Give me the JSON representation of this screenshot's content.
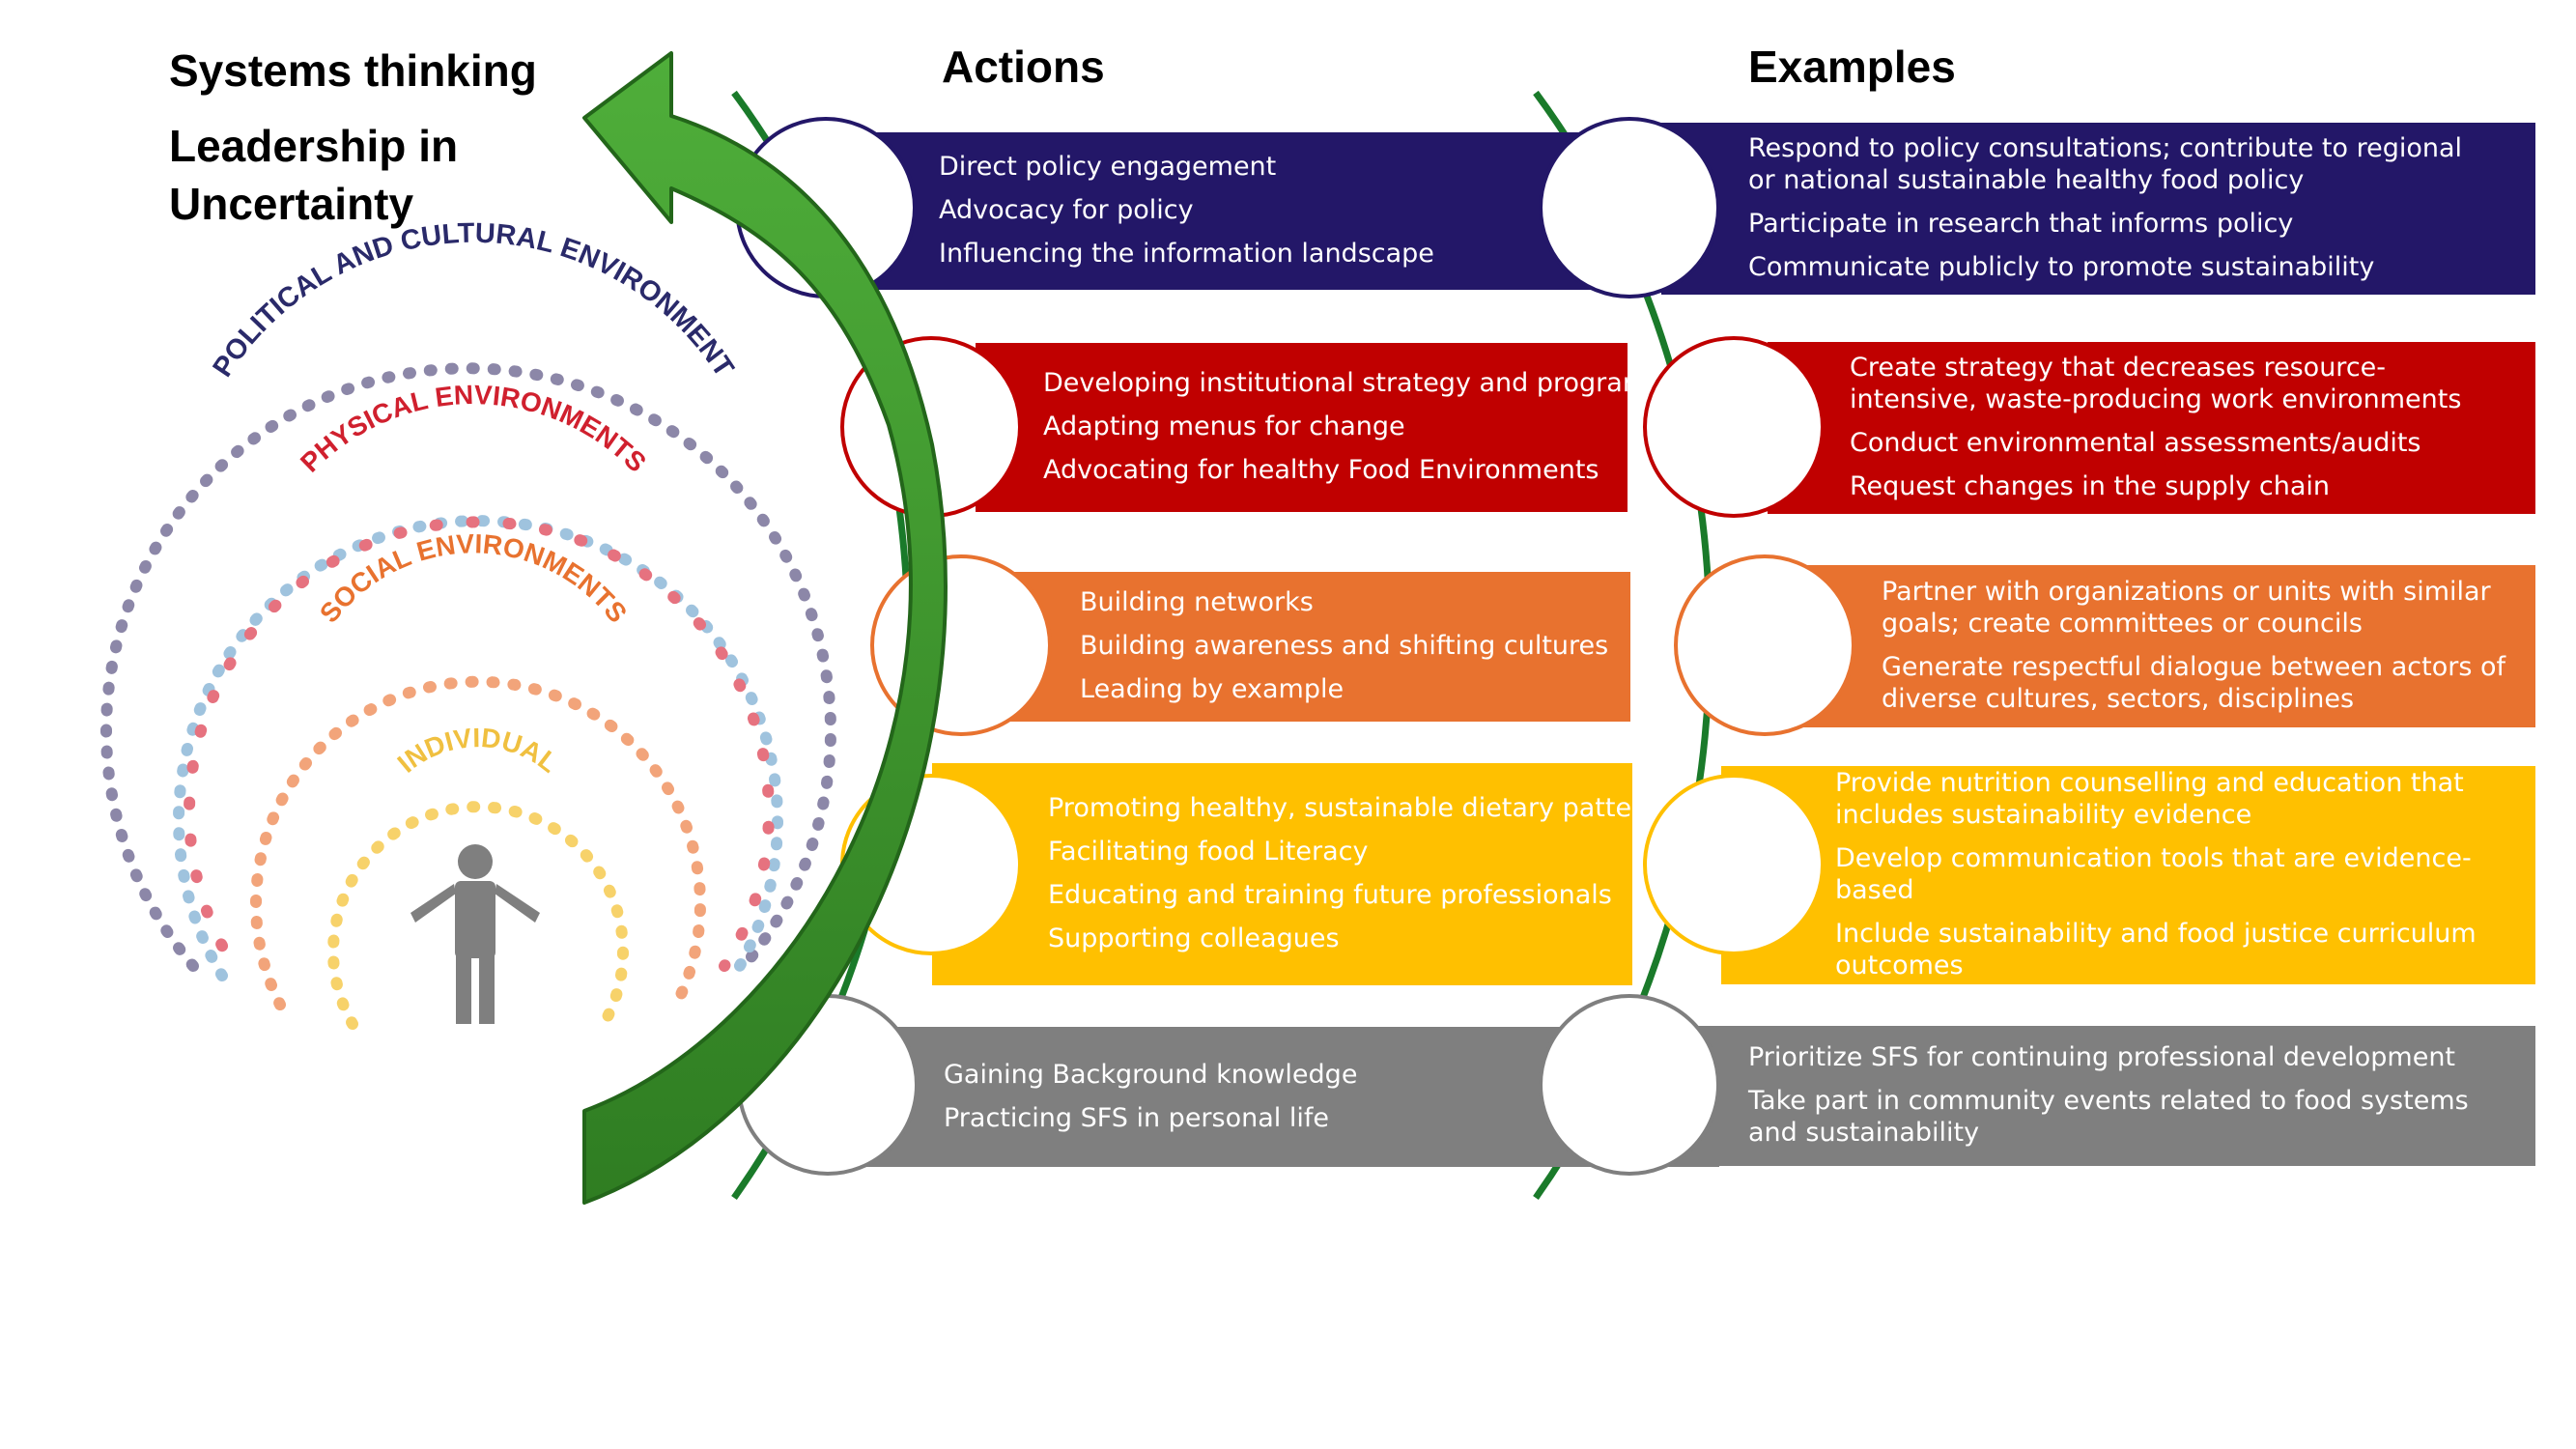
{
  "headings": {
    "systems_thinking": "Systems thinking",
    "leadership": "Leadership in Uncertainty",
    "actions": "Actions",
    "examples": "Examples"
  },
  "environments": {
    "political": "POLITICAL AND CULTURAL ENVIRONMENT",
    "physical": "PHYSICAL ENVIRONMENTS",
    "social": "SOCIAL ENVIRONMENTS",
    "individual": "INDIVIDUAL"
  },
  "colors": {
    "navy": "#231768",
    "red": "#c00000",
    "orange": "#e8722f",
    "yellow": "#ffc000",
    "grey": "#7f7f7f",
    "arrow_green": "#3b8f2a",
    "vine_green": "#1a7a2a"
  },
  "levels": [
    {
      "color": "navy",
      "actions": [
        "Direct policy engagement",
        "Advocacy for policy",
        "Influencing the information landscape"
      ],
      "examples": [
        "Respond to policy consultations; contribute to regional or national sustainable healthy food policy",
        "Participate in research that informs policy",
        "Communicate publicly to  promote sustainability"
      ]
    },
    {
      "color": "red",
      "actions": [
        "Developing institutional strategy and programs",
        "Adapting menus for change",
        "Advocating for healthy Food Environments"
      ],
      "examples": [
        "Create strategy that decreases resource-intensive, waste-producing work environments",
        "Conduct environmental assessments/audits",
        "Request changes in the supply chain"
      ]
    },
    {
      "color": "orange",
      "actions": [
        "Building networks",
        "Building awareness and shifting cultures",
        "Leading by example"
      ],
      "examples": [
        "Partner with organizations or units with similar goals; create committees or councils",
        "Generate respectful dialogue between actors of diverse cultures, sectors, disciplines"
      ]
    },
    {
      "color": "yellow",
      "actions": [
        "Promoting healthy, sustainable dietary patterns",
        "Facilitating food Literacy",
        "Educating and training future professionals",
        "Supporting colleagues"
      ],
      "examples": [
        "Provide nutrition counselling and education that includes sustainability evidence",
        "Develop communication tools that are evidence-based",
        "Include sustainability and food justice curriculum outcomes"
      ]
    },
    {
      "color": "grey",
      "actions": [
        "Gaining Background knowledge",
        "Practicing SFS in personal life"
      ],
      "examples": [
        "Prioritize SFS for continuing professional development",
        "Take part in community events related to food systems and sustainability"
      ]
    }
  ]
}
